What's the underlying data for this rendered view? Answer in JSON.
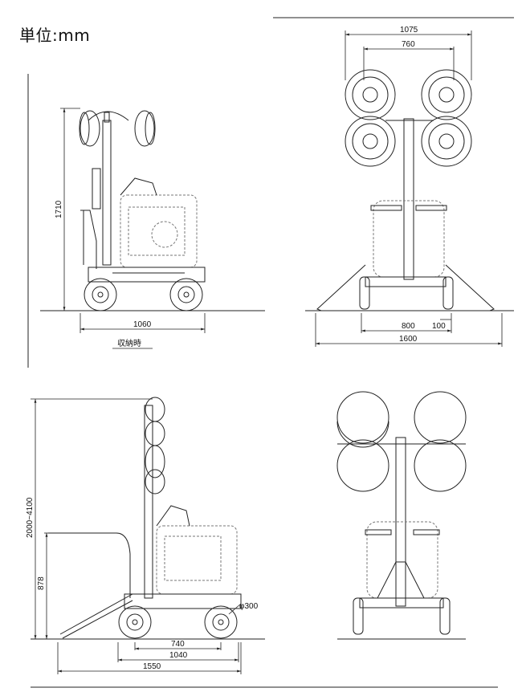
{
  "unit_label": "単位:mm",
  "stowed_note": "収納時",
  "views": {
    "top_left": {
      "height": "1710",
      "width": "1060"
    },
    "top_right": {
      "top_width": "1075",
      "lamp_span": "760",
      "track": "800",
      "right_offset": "100",
      "overall_width": "1600"
    },
    "bottom_left": {
      "mast_height": "2000~4100",
      "handle_height": "878",
      "wheelbase": "740",
      "body_length": "1040",
      "overall_length": "1550",
      "wheel_diameter": "φ300"
    }
  },
  "colors": {
    "line": "#222222",
    "dashed": "#777777"
  }
}
